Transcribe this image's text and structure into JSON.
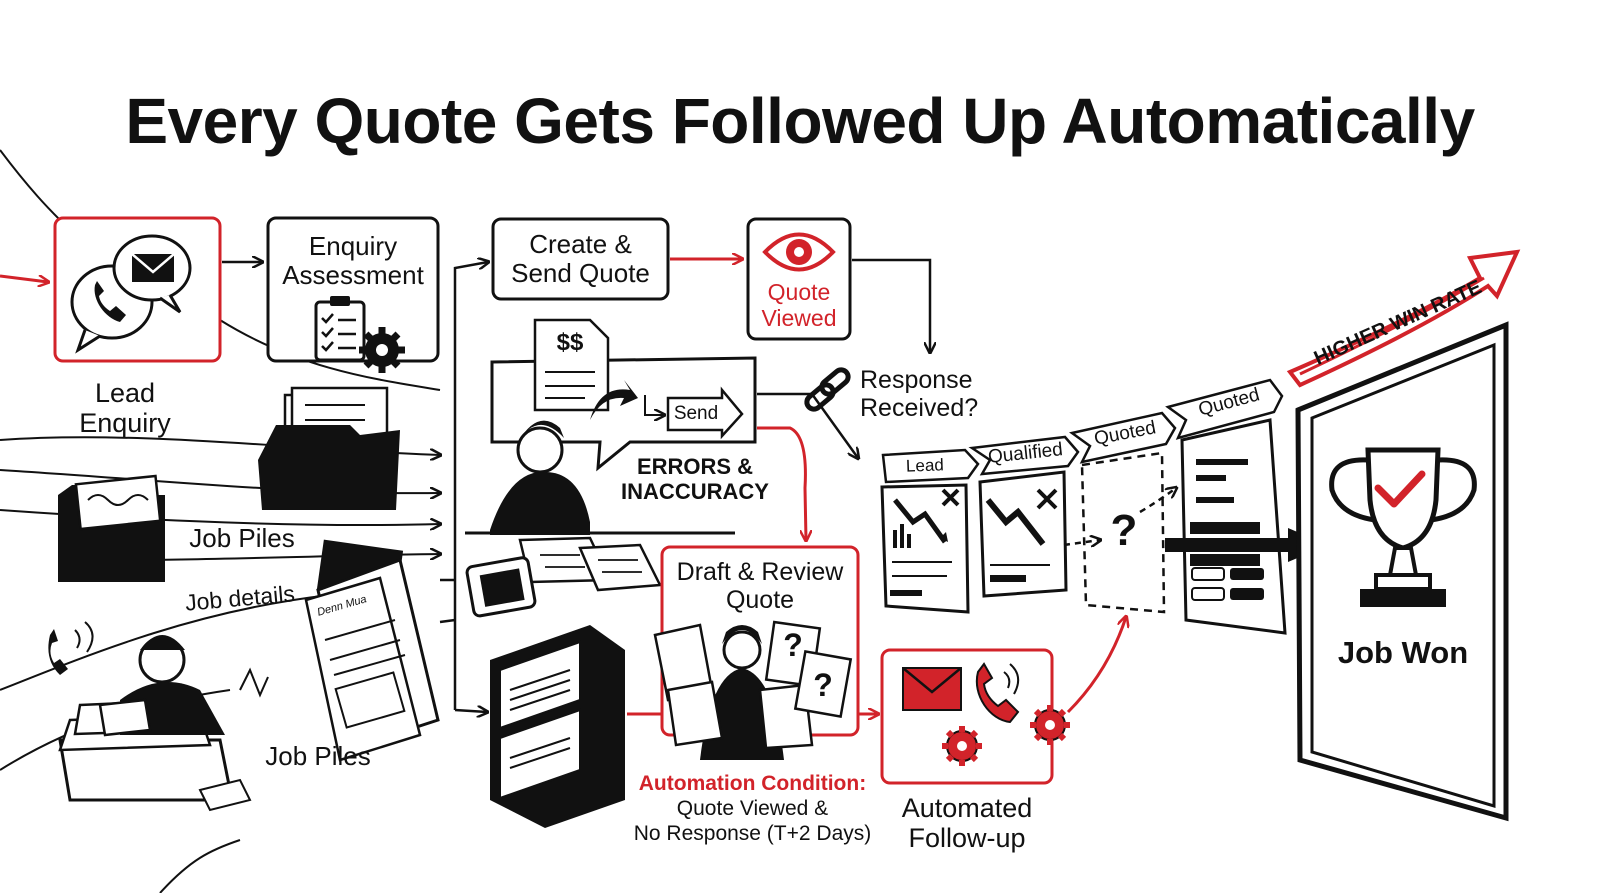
{
  "title": "Every Quote Gets Followed Up Automatically",
  "colors": {
    "accent": "#d2232a",
    "ink": "#111111",
    "paper": "#ffffff"
  },
  "nodes": {
    "lead_enquiry": {
      "label_line1": "Lead",
      "label_line2": "Enquiry",
      "icons": [
        "chat-bubble-icon",
        "envelope-icon",
        "phone-icon"
      ]
    },
    "enquiry_assessment": {
      "label_line1": "Enquiry",
      "label_line2": "Assessment",
      "icons": [
        "clipboard-checklist-icon",
        "gear-icon"
      ]
    },
    "create_send_quote": {
      "label_line1": "Create &",
      "label_line2": "Send Quote"
    },
    "quote_viewed": {
      "label_line1": "Quote",
      "label_line2": "Viewed",
      "icons": [
        "eye-icon"
      ]
    },
    "draft_review_quote": {
      "label_line1": "Draft & Review",
      "label_line2": "Quote"
    },
    "automated_followup": {
      "label_line1": "Automated",
      "label_line2": "Follow-up",
      "icons": [
        "envelope-icon",
        "phone-icon",
        "gear-icon"
      ]
    },
    "job_won": {
      "label": "Job Won",
      "icons": [
        "trophy-icon",
        "checkmark-icon"
      ]
    }
  },
  "labels": {
    "response_received_line1": "Response",
    "response_received_line2": "Received?",
    "errors_line1": "ERRORS &",
    "errors_line2": "INACCURACY",
    "send": "Send",
    "dollar": "$$",
    "job_piles_1": "Job Piles",
    "job_piles_2": "Job Piles",
    "job_details": "Job details",
    "question": "?",
    "higher_win_rate": "HIGHER WIN RATE",
    "handwriting": "Denn Mua"
  },
  "automation_condition": {
    "heading": "Automation Condition:",
    "line1": "Quote Viewed &",
    "line2": "No Response (T+2 Days)"
  },
  "pipeline_stages": [
    "Lead",
    "Qualified",
    "Quoted",
    "Quoted"
  ]
}
